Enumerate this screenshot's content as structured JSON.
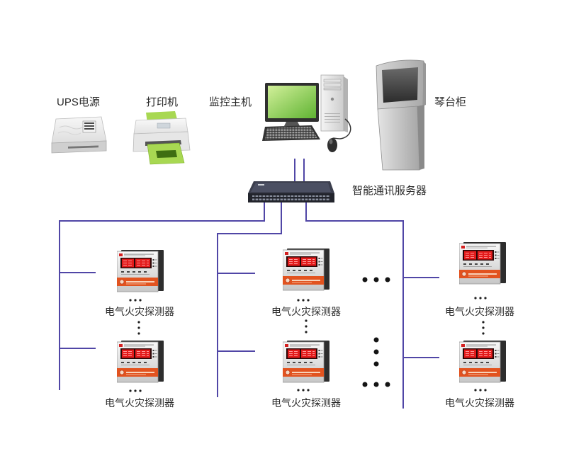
{
  "devices": {
    "ups": {
      "label": "UPS电源"
    },
    "printer": {
      "label": "打印机"
    },
    "host": {
      "label": "监控主机"
    },
    "cabinet": {
      "label": "琴台柜"
    },
    "server": {
      "label": "智能通讯服务器"
    }
  },
  "detectors": [
    {
      "label": "电气火灾探测器"
    },
    {
      "label": "电气火灾探测器"
    },
    {
      "label": "电气火灾探测器"
    },
    {
      "label": "电气火灾探测器"
    },
    {
      "label": "电气火灾探测器"
    },
    {
      "label": "电气火灾探测器"
    }
  ],
  "colors": {
    "bus_line": "#5046a6",
    "label_text": "#2b2b2b",
    "detector_band": "#e2531f",
    "detector_display": "#e31b1b",
    "monitor_screen": "#5fb332",
    "printer_paper": "#a8d852"
  }
}
